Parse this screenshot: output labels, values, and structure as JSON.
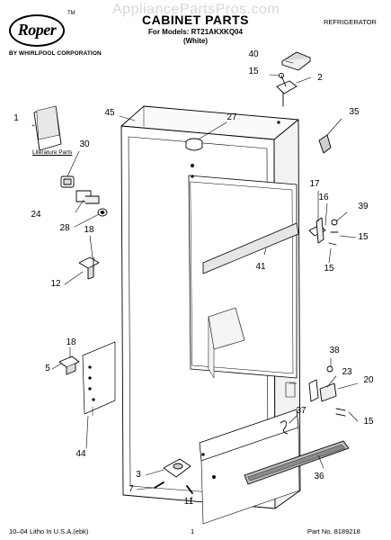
{
  "header": {
    "brand": "Roper",
    "trademark": "TM",
    "sub_brand": "BY WHIRLPOOL CORPORATION",
    "watermark": "AppliancePartsPros.com",
    "title": "CABINET PARTS",
    "models_line": "For Models: RT21AKXKQ04",
    "color_variant": "(White)",
    "product_type": "REFRIGERATOR"
  },
  "diagram": {
    "literature_label": "Literature Parts",
    "callouts": [
      {
        "id": "c40",
        "text": "40"
      },
      {
        "id": "c15a",
        "text": "15"
      },
      {
        "id": "c2",
        "text": "2"
      },
      {
        "id": "c1",
        "text": "1"
      },
      {
        "id": "c45",
        "text": "45"
      },
      {
        "id": "c27",
        "text": "27"
      },
      {
        "id": "c35",
        "text": "35"
      },
      {
        "id": "c30",
        "text": "30"
      },
      {
        "id": "c24",
        "text": "24"
      },
      {
        "id": "c28",
        "text": "28"
      },
      {
        "id": "c17",
        "text": "17"
      },
      {
        "id": "c16",
        "text": "16"
      },
      {
        "id": "c39",
        "text": "39"
      },
      {
        "id": "c15b",
        "text": "15"
      },
      {
        "id": "c15c",
        "text": "15"
      },
      {
        "id": "c18a",
        "text": "18"
      },
      {
        "id": "c12",
        "text": "12"
      },
      {
        "id": "c41",
        "text": "41"
      },
      {
        "id": "c18b",
        "text": "18"
      },
      {
        "id": "c5",
        "text": "5"
      },
      {
        "id": "c38",
        "text": "38"
      },
      {
        "id": "c23",
        "text": "23"
      },
      {
        "id": "c20",
        "text": "20"
      },
      {
        "id": "c37",
        "text": "37"
      },
      {
        "id": "c15d",
        "text": "15"
      },
      {
        "id": "c44",
        "text": "44"
      },
      {
        "id": "c36",
        "text": "36"
      },
      {
        "id": "c3",
        "text": "3"
      },
      {
        "id": "c7",
        "text": "7"
      },
      {
        "id": "c11",
        "text": "11"
      }
    ]
  },
  "footer": {
    "left": "10–04 Litho In U.S.A.(ebk)",
    "page": "1",
    "part_number": "Part No. 8189218"
  }
}
